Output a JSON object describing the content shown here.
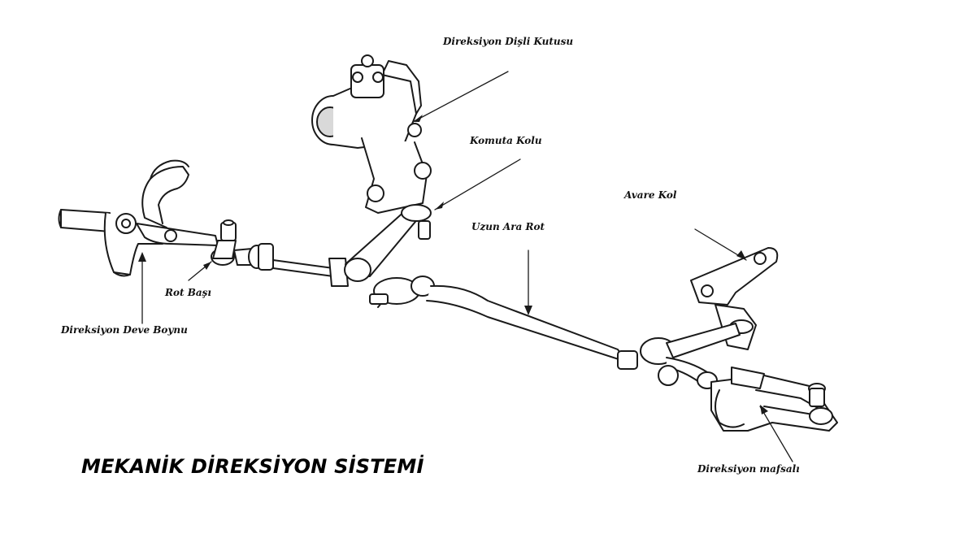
{
  "title": "MEKANİK DİREKSİYON SİSTEMİ",
  "labels": {
    "gearbox": "Direksiyon Dişli Kutusu",
    "pitman_arm": "Komuta Kolu",
    "idler_arm": "Avare Kol",
    "center_link": "Uzun Ara Rot",
    "tie_rod_end": "Rot Başı",
    "steering_knuckle": "Direksiyon Deve Boynu",
    "ball_joint": "Direksiyon mafsalı"
  },
  "colors": {
    "line": "#1a1a1a",
    "fill": "#ffffff",
    "shade": "#d9d9d9",
    "text": "#111111"
  }
}
